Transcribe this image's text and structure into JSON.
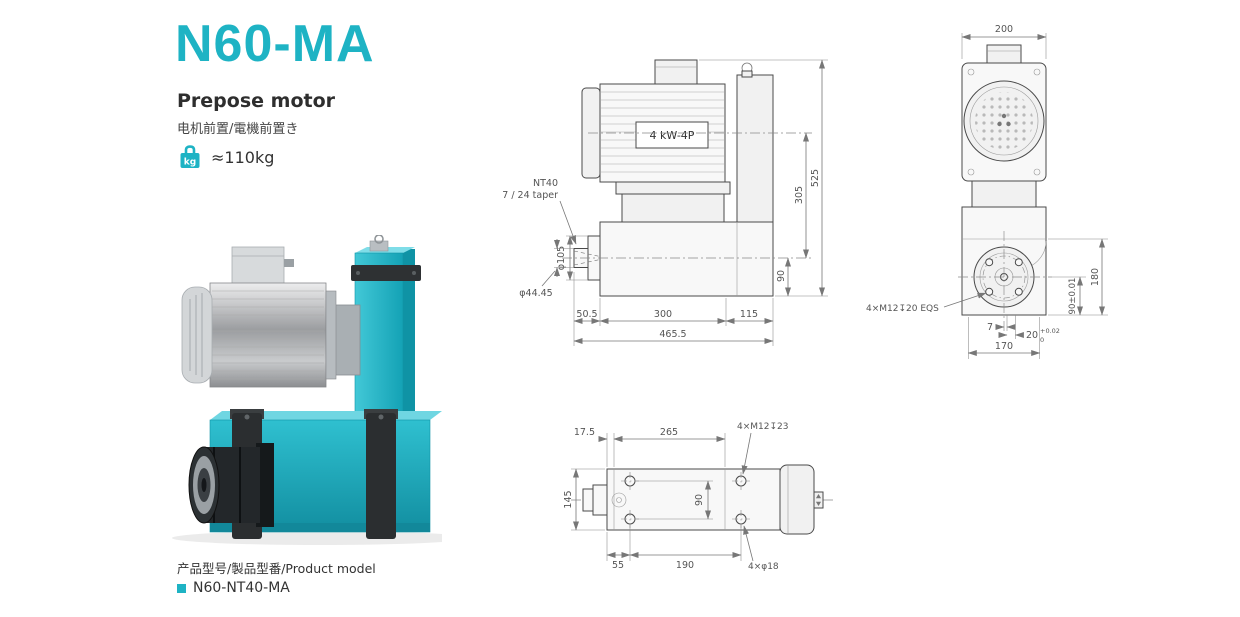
{
  "header": {
    "title": "N60-MA",
    "subtitle": "Prepose motor",
    "subtitle_cjk": "电机前置/電機前置き",
    "weight": "≈110kg",
    "weight_icon_label": "kg"
  },
  "product": {
    "model_label": "产品型号/製品型番/Product model",
    "model": "N60-NT40-MA"
  },
  "colors": {
    "accent": "#1eb3c4",
    "line": "#4a4a4a",
    "dim_text": "#555555"
  },
  "side_view": {
    "motor_plate": "4 kW-4P",
    "nt40": "NT40",
    "taper": "7 / 24 taper",
    "dia_105": "φ105",
    "dia_4445": "φ44.45",
    "dim_505": "50.5",
    "dim_300": "300",
    "dim_115": "115",
    "dim_4655": "465.5",
    "dim_90": "90",
    "dim_305": "305",
    "dim_525": "525"
  },
  "front_view": {
    "dim_200": "200",
    "dim_180": "180",
    "dim_90tol": "90±0.01",
    "dim_7": "7",
    "dim_20": "20",
    "dim_20_tol_up": "+0.02",
    "dim_20_tol_dn": "0",
    "dim_170": "170",
    "bolt_note": "4×M12↧20 EQS"
  },
  "top_view": {
    "dim_175": "17.5",
    "dim_265": "265",
    "bolt_note": "4×M12↧23",
    "dim_145": "145",
    "dim_90": "90",
    "dim_55": "55",
    "dim_190": "190",
    "hole_note": "4×φ18"
  }
}
